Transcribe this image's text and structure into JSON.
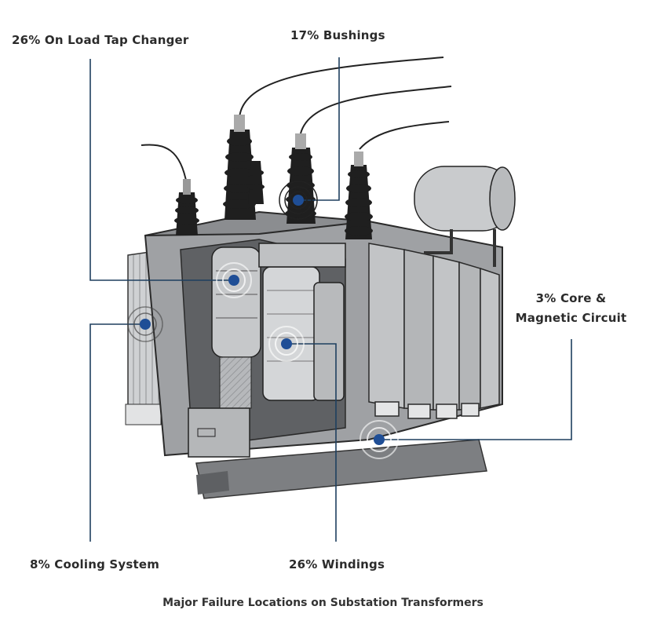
{
  "labels": {
    "tap_changer": "26% On Load Tap Changer",
    "bushings": "17% Bushings",
    "core_line1": "3% Core &",
    "core_line2": "Magnetic Circuit",
    "cooling": "8% Cooling System",
    "windings": "26% Windings"
  },
  "caption": "Major Failure Locations on Substation Transformers",
  "colors": {
    "marker": "#1f4e96",
    "leader": "#1e3f5f",
    "body": "#a7a9ac",
    "dark": "#3a3a3a"
  },
  "icons": [
    "transformer-illustration",
    "failure-marker"
  ]
}
